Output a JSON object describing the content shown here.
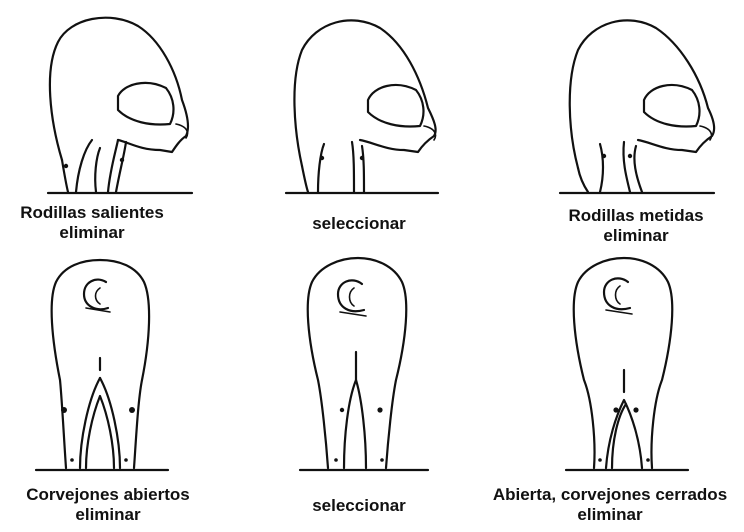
{
  "figure": {
    "panels": [
      {
        "view": "side",
        "posture": "knees-forward",
        "line1": "Rodillas salientes",
        "line2": "eliminar"
      },
      {
        "view": "side",
        "posture": "correct",
        "line1": "seleccionar",
        "line2": ""
      },
      {
        "view": "side",
        "posture": "knees-back",
        "line1": "Rodillas metidas",
        "line2": "eliminar"
      },
      {
        "view": "rear",
        "posture": "hocks-open",
        "line1": "Corvejones abiertos",
        "line2": "eliminar"
      },
      {
        "view": "rear",
        "posture": "correct",
        "line1": "seleccionar",
        "line2": ""
      },
      {
        "view": "rear",
        "posture": "hocks-closed",
        "line1": "Abierta, corvejones cerrados",
        "line2": "eliminar"
      }
    ],
    "ink_color": "#111111",
    "background": "#ffffff"
  }
}
